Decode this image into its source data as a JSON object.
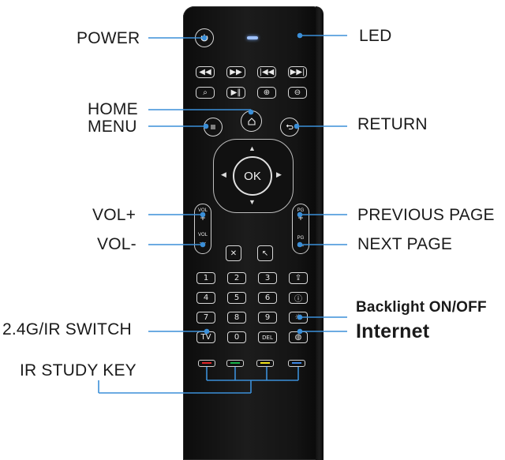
{
  "labels": {
    "power": "POWER",
    "led": "LED",
    "home": "HOME",
    "menu": "MENU",
    "return": "RETURN",
    "vol_up": "VOL+",
    "vol_down": "VOL-",
    "previous_page": "PREVIOUS PAGE",
    "next_page": "NEXT PAGE",
    "backlight": "Backlight ON/OFF",
    "switch": "2.4G/IR SWITCH",
    "internet": "Internet",
    "ir_study": "IR STUDY KEY"
  },
  "remote": {
    "ok": "OK",
    "vol_top": "VOL",
    "vol_mid": "VOL",
    "pg_top": "PG",
    "pg_mid": "PG",
    "plus": "+",
    "minus": "—",
    "keypad": [
      "1",
      "2",
      "3",
      "4",
      "5",
      "6",
      "7",
      "8",
      "9",
      "TV",
      "0"
    ],
    "del_key": "DEL",
    "color_keys": [
      "#e0262a",
      "#19b34a",
      "#f2e21a",
      "#3d86e6"
    ]
  },
  "colors": {
    "line": "#3b8fd8",
    "remote_body": "#151515",
    "key_border": "#d8d8d8"
  }
}
